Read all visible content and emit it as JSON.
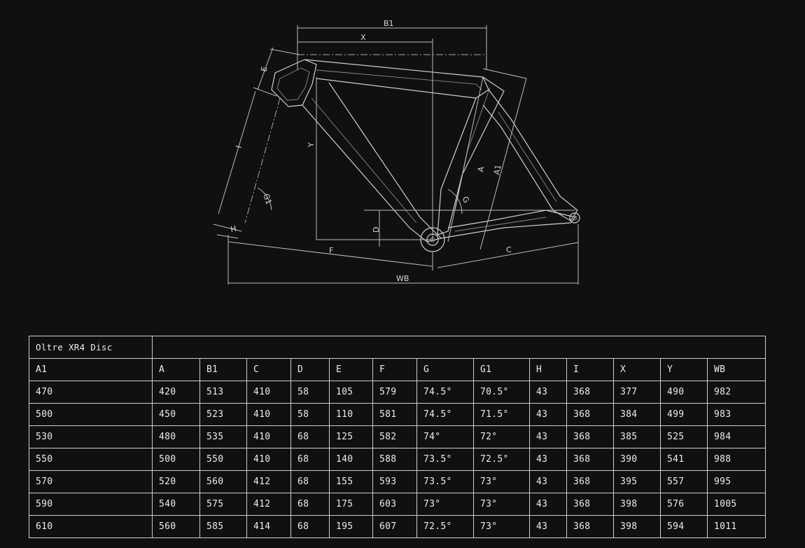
{
  "diagram": {
    "labels": {
      "b1": "B1",
      "x": "X",
      "e": "E",
      "i": "I",
      "g1": "G1",
      "y": "Y",
      "a": "A",
      "a1": "A1",
      "g": "G",
      "d": "D",
      "h": "H",
      "f": "F",
      "c": "C",
      "wb": "WB"
    }
  },
  "table": {
    "model": "Oltre XR4 Disc",
    "headers": [
      "A1",
      "A",
      "B1",
      "C",
      "D",
      "E",
      "F",
      "G",
      "G1",
      "H",
      "I",
      "X",
      "Y",
      "WB"
    ],
    "rows": [
      [
        "470",
        "420",
        "513",
        "410",
        "58",
        "105",
        "579",
        "74.5°",
        "70.5°",
        "43",
        "368",
        "377",
        "490",
        "982"
      ],
      [
        "500",
        "450",
        "523",
        "410",
        "58",
        "110",
        "581",
        "74.5°",
        "71.5°",
        "43",
        "368",
        "384",
        "499",
        "983"
      ],
      [
        "530",
        "480",
        "535",
        "410",
        "68",
        "125",
        "582",
        "74°",
        "72°",
        "43",
        "368",
        "385",
        "525",
        "984"
      ],
      [
        "550",
        "500",
        "550",
        "410",
        "68",
        "140",
        "588",
        "73.5°",
        "72.5°",
        "43",
        "368",
        "390",
        "541",
        "988"
      ],
      [
        "570",
        "520",
        "560",
        "412",
        "68",
        "155",
        "593",
        "73.5°",
        "73°",
        "43",
        "368",
        "395",
        "557",
        "995"
      ],
      [
        "590",
        "540",
        "575",
        "412",
        "68",
        "175",
        "603",
        "73°",
        "73°",
        "43",
        "368",
        "398",
        "576",
        "1005"
      ],
      [
        "610",
        "560",
        "585",
        "414",
        "68",
        "195",
        "607",
        "72.5°",
        "73°",
        "43",
        "368",
        "398",
        "594",
        "1011"
      ]
    ]
  }
}
